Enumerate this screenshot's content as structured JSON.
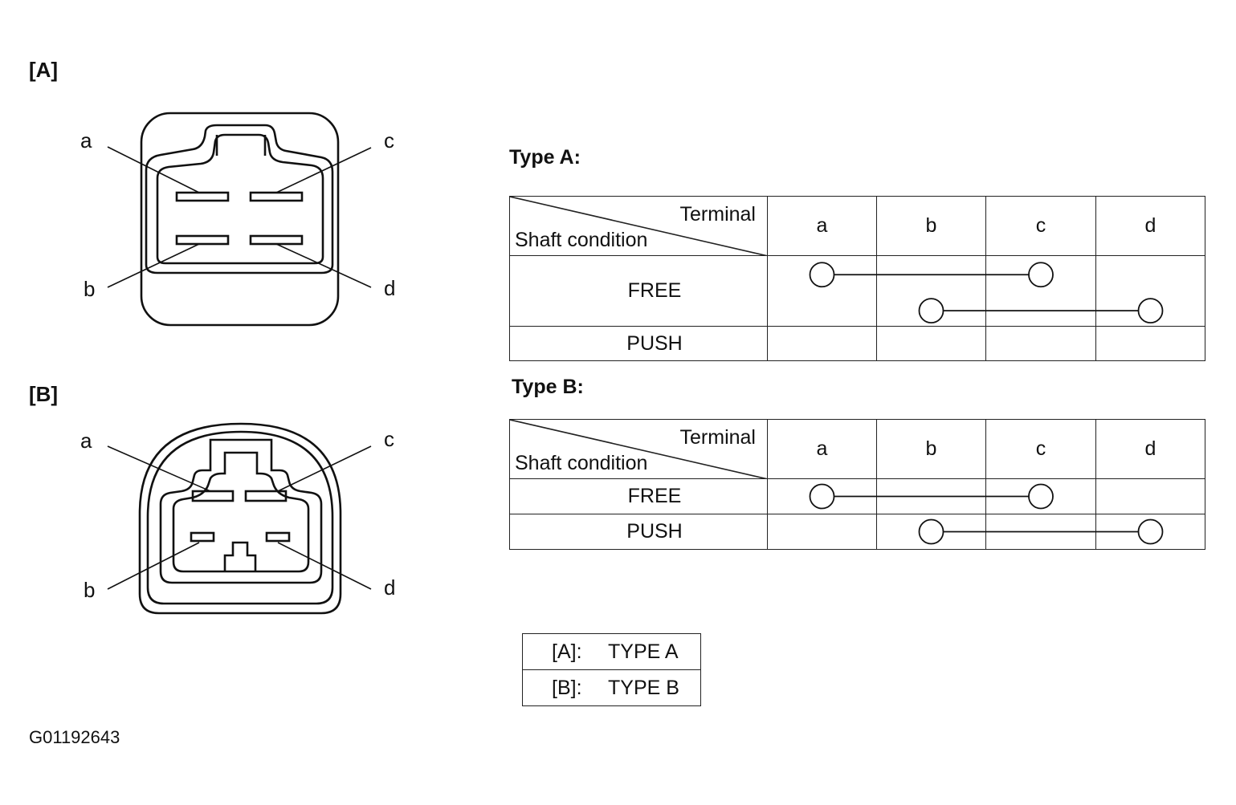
{
  "diagrams": [
    {
      "label": "[A]",
      "terminals": [
        "a",
        "b",
        "c",
        "d"
      ]
    },
    {
      "label": "[B]",
      "terminals": [
        "a",
        "b",
        "c",
        "d"
      ]
    }
  ],
  "tables": [
    {
      "title": "Type A:",
      "corner_top": "Terminal",
      "corner_bottom": "Shaft condition",
      "columns": [
        "a",
        "b",
        "c",
        "d"
      ],
      "rows": [
        "FREE",
        "PUSH"
      ],
      "continuity": [
        {
          "row": "FREE",
          "from": "a",
          "to": "c"
        },
        {
          "row": "FREE",
          "from": "b",
          "to": "d"
        }
      ]
    },
    {
      "title": "Type B:",
      "corner_top": "Terminal",
      "corner_bottom": "Shaft condition",
      "columns": [
        "a",
        "b",
        "c",
        "d"
      ],
      "rows": [
        "FREE",
        "PUSH"
      ],
      "continuity": [
        {
          "row": "FREE",
          "from": "a",
          "to": "c"
        },
        {
          "row": "PUSH",
          "from": "b",
          "to": "d"
        }
      ]
    }
  ],
  "legend": [
    {
      "key": "[A]:",
      "value": "TYPE A"
    },
    {
      "key": "[B]:",
      "value": "TYPE B"
    }
  ],
  "figure_code": "G01192643"
}
